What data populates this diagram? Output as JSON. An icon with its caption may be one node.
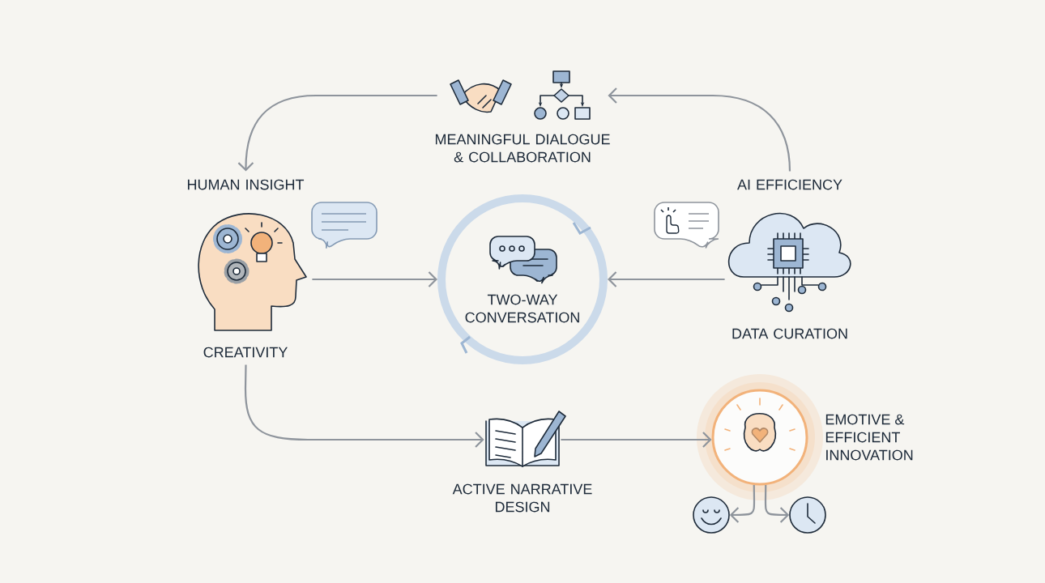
{
  "diagram": {
    "nodes": [
      {
        "text": [
          "HUMAN INSIGHT",
          "CREATIVITY"
        ]
      },
      {
        "text": [
          "MEANINGFUL DIALOGUE & COLLABORATION"
        ]
      },
      {
        "text": [
          "AI EFFICIENCY",
          "DATA CURATION"
        ]
      },
      {
        "text": [
          "TWO-WAY CONVERSATION"
        ]
      },
      {
        "text": [
          "ACTIVE NARRATIVE DESIGN"
        ]
      },
      {
        "text": [
          "EMOTIVE & EFFICIENT INNOVATION"
        ]
      },
      {
        "text": [],
        "shape": "picture"
      },
      {
        "text": [],
        "shape": "picture"
      }
    ],
    "edges": [
      {
        "from": 1,
        "to": 0,
        "arrow": "to"
      },
      {
        "from": 2,
        "to": 1,
        "arrow": "to"
      },
      {
        "from": 0,
        "to": 3,
        "arrow": "to"
      },
      {
        "from": 2,
        "to": 3,
        "arrow": "to"
      },
      {
        "from": 0,
        "to": 4,
        "arrow": "to"
      },
      {
        "from": 4,
        "to": 5,
        "arrow": "to"
      },
      {
        "from": 5,
        "to": 6,
        "arrow": "to"
      },
      {
        "from": 5,
        "to": 7,
        "arrow": "to"
      }
    ]
  }
}
